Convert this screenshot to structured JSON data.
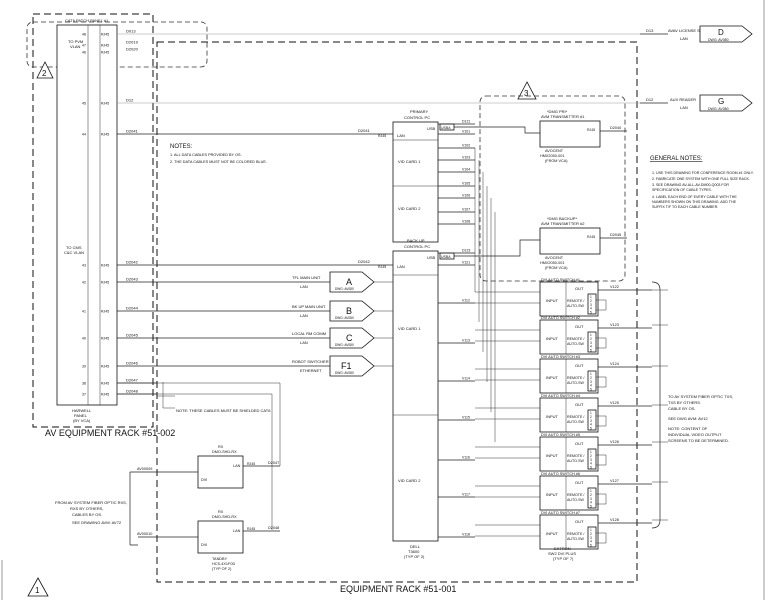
{
  "racks": {
    "rack_002": "AV EQUIPMENT RACK #51-002",
    "rack_001": "EQUIPMENT RACK #51-001"
  },
  "tags": {
    "t2": "2",
    "t3a": "3",
    "t3b": "3",
    "t1": "1"
  },
  "patch_panel": {
    "title": "CAT6 PATCH PANEL #1",
    "bottom_label": [
      "HARWELL",
      "PANEL",
      "(BY VCA)"
    ],
    "to_pvm": [
      "TO PVM",
      "VLAN"
    ],
    "to_cms": [
      "TO CMS",
      "C&C VLAN"
    ],
    "rows": [
      {
        "port": "48",
        "jack": "RJ45",
        "cable": "D013"
      },
      {
        "port": "47",
        "jack": "RJ45",
        "cable": "D2019"
      },
      {
        "port": "46",
        "jack": "RJ45",
        "cable": "D2020"
      },
      {
        "port": "45",
        "jack": "RJ45",
        "cable": "D12"
      },
      {
        "port": "44",
        "jack": "RJ45",
        "cable": "D2041"
      },
      {
        "port": "43",
        "jack": "RJ45",
        "cable": "D2042"
      },
      {
        "port": "42",
        "jack": "RJ45",
        "cable": "D2043"
      },
      {
        "port": "41",
        "jack": "RJ45",
        "cable": "D2044"
      },
      {
        "port": "40",
        "jack": "RJ45",
        "cable": "D2045"
      },
      {
        "port": "39",
        "jack": "RJ45",
        "cable": "D2046"
      },
      {
        "port": "38",
        "jack": "RJ45",
        "cable": "D2047"
      },
      {
        "port": "37",
        "jack": "RJ45",
        "cable": "D2048"
      }
    ]
  },
  "notes": {
    "title": "NOTES:",
    "items": [
      "1. ALL DATA CABLES PROVIDED BY OS.",
      "2. THE DATA CABLES MUST NOT BE COLORED BLUE."
    ]
  },
  "general_notes": {
    "title": "GENERAL NOTES:",
    "items": [
      "1. USE THIS DRAWING FOR CONFERENCE ROOM #1 ONLY.",
      "2. FABRICATE ONE SYSTEM WITH ONE FULL SIZE RACK.",
      "3. SEE DRAWING AV-ALL-AV-DM00-Q003 FOR",
      "   SPECIFICATION OF CABLE TYPES.",
      "4. LABEL EACH END OF EVERY CABLE WITH THE",
      "   NUMBERS SHOWN ON THIS DRAWING. ADD THE",
      "   SUFFIX T/F TO EACH CABLE NUMBER."
    ]
  },
  "far_right": {
    "d": {
      "cable": "D13",
      "line1": "AVAV LICENSE STATION",
      "line2": "LAN",
      "tag": "D",
      "sub": "DWG: AV080"
    },
    "g": {
      "cable": "D12",
      "line1": "AUX READER",
      "line2": "LAN",
      "tag": "G",
      "sub": "DWG: AV080"
    }
  },
  "primary_pc": {
    "title": [
      "PRIMARY",
      "CONTROL PC"
    ],
    "lan": "LAN",
    "usb": "USB",
    "usba": "USBA",
    "vid1": "VID CARD 1",
    "vid2": "VID CARD 2"
  },
  "backup_pc": {
    "title": [
      "BACK UP",
      "CONTROL PC"
    ],
    "lan": "LAN",
    "usb": "USB",
    "usba": "USBA",
    "vid1": "VID CARD 1",
    "vid2": "VID CARD 2",
    "bottom": [
      "DELL",
      "T3600",
      "(TYP OF 2)"
    ]
  },
  "transmitters": [
    {
      "title": "*DMG PRI*",
      "sub": "AVM TRANSMITTER #1",
      "cable": "D2040",
      "jack": "RJ45",
      "model": "AVOCENT",
      "model2": "HMX2050-001",
      "by": "(FROM VCA)"
    },
    {
      "title": "*DMG BACKUP*",
      "sub": "AVM TRANSMITTER #2",
      "cable": "D2045",
      "jack": "RJ45",
      "model": "AVOCENT",
      "model2": "HMX2050-001",
      "by": "(FROM VCA)"
    }
  ],
  "pc_cables": {
    "d2041": "D2041",
    "d2042": "D2042",
    "rj45": "RJ45",
    "primary": [
      "D121",
      "V101",
      "V102",
      "V103",
      "V104",
      "V105",
      "V106",
      "V107",
      "V108"
    ],
    "backup": [
      "D123",
      "V121",
      "V112",
      "V113",
      "V114",
      "V115",
      "V116",
      "V117",
      "V118"
    ]
  },
  "lan_devices": [
    {
      "text": "TFL MAIN UNIT",
      "sub": "LAN",
      "tag": "A",
      "dwg": "DWG: AV080"
    },
    {
      "text": "BK UP MAIN UNIT",
      "sub": "LAN",
      "tag": "B",
      "dwg": "DWG: AV080"
    },
    {
      "text": "LOCAL RM COMM",
      "sub": "LAN",
      "tag": "C",
      "dwg": "DWG: AV080"
    },
    {
      "text": "ROBOT SWITCHER",
      "sub": "ETHERNET",
      "tag": "F1",
      "dwg": "DWG: AV080"
    }
  ],
  "switches": {
    "title": "DVI AUTO SWITCH",
    "input": "INPUT",
    "out": "OUT",
    "remote": [
      "REMOTE /",
      "AUTO-SW"
    ],
    "bottom": [
      "EXTRON",
      "SW2 DVI PLUS",
      "(TYP OF 7)"
    ],
    "nums": [
      "#1",
      "#2",
      "#3",
      "#4",
      "#5",
      "#6",
      "#7"
    ],
    "out_cables": [
      "V122",
      "V123",
      "V124",
      "V125",
      "V126",
      "V127",
      "V128"
    ],
    "pins": [
      "1",
      "2",
      "3",
      "4",
      "5"
    ]
  },
  "right_notes": {
    "to": [
      "TO AV SYSTEM FIBER OPTIC TXS,",
      "TXS BY OTHERS.",
      "CABLE BY OS."
    ],
    "see": "SEE DWG AVM: AV12",
    "note": [
      "NOTE:  CONTENT OF",
      "INDIVIDUAL VIDEO OUTPUT",
      "SCREENS TO BE DETERMINED."
    ]
  },
  "note_shielded": "NOTE: THESE CABLES MUST BE SHIELDED CAT6",
  "receivers": [
    {
      "title": "RX",
      "sub": "DMO-SHD-RX",
      "port_lan": "LAN",
      "port_dvi": "DVI",
      "jack": "RJ45",
      "cable": "D2047",
      "in_cable": "AV00009",
      "bottom": []
    },
    {
      "title": "RX",
      "sub": "DMO-SHD-RX",
      "port_lan": "LAN",
      "port_dvi": "DVI",
      "jack": "RJ45",
      "cable": "D2048",
      "in_cable": "AV00010",
      "bottom": [
        "TANDBY",
        "HCS-4X1F0D",
        "(TYP OF 2)"
      ]
    }
  ],
  "from_av": [
    "FROM AV SYSTEM FIBER OPTIC RXS,",
    "RXS BY OTHERS,",
    "CABLES BY OS."
  ],
  "from_see": "SEE DRAWING AVM: AV72"
}
